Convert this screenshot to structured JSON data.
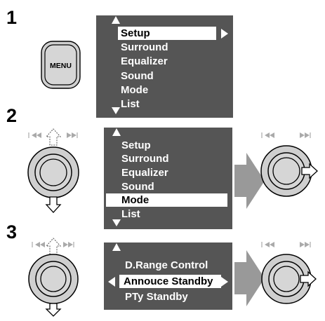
{
  "steps": [
    "1",
    "2",
    "3"
  ],
  "menu_button": {
    "label": "MENU"
  },
  "step1": {
    "items": [
      "Setup",
      "Surround",
      "Equalizer",
      "Sound",
      "Mode",
      "List"
    ],
    "selected": "Setup"
  },
  "step2": {
    "items": [
      "Setup",
      "Surround",
      "Equalizer",
      "Sound",
      "Mode",
      "List"
    ],
    "selected": "Mode"
  },
  "step3": {
    "items": [
      "D.Range Control",
      "Annouce Standby",
      "PTy Standby"
    ],
    "selected": "Annouce Standby"
  },
  "icons": {
    "skip_back": "skip-back-icon",
    "skip_forward": "skip-forward-icon",
    "flow_arrow": "flow-arrow-icon"
  },
  "colors": {
    "panel": "#555555",
    "highlight": "#ffffff",
    "arrow_fill": "#999999"
  }
}
